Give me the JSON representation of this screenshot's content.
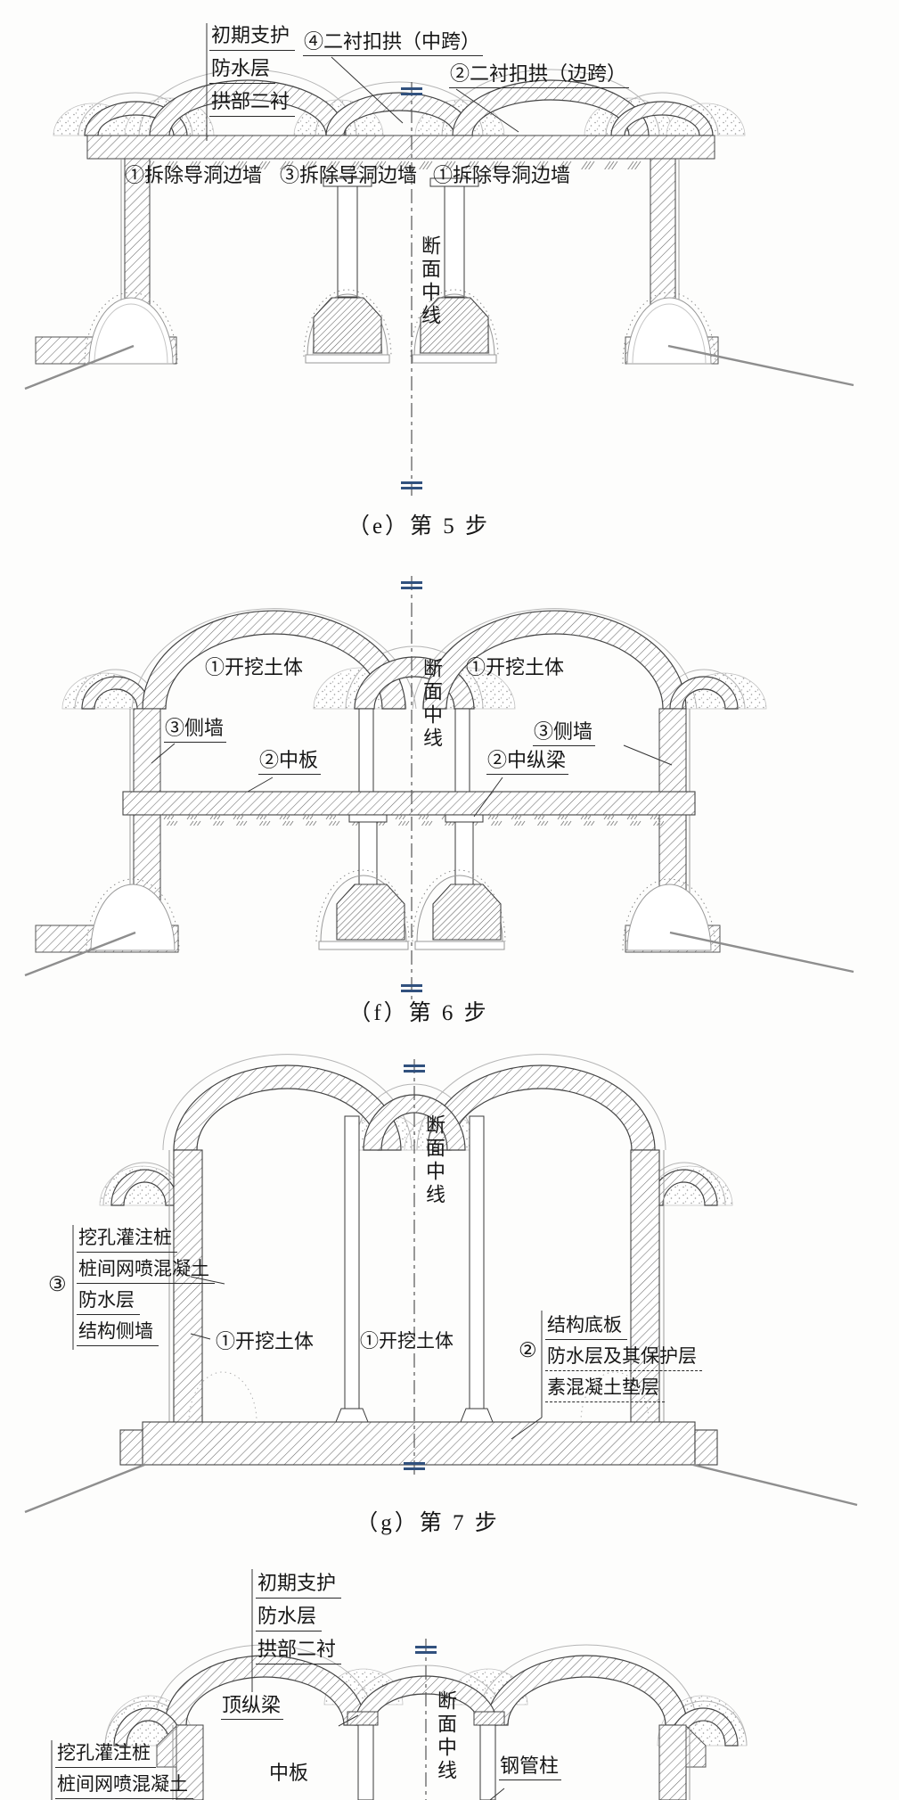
{
  "figures": {
    "e": {
      "caption": "（e）第 5 步",
      "support_stack": [
        "初期支护",
        "防水层",
        "拱部二衬"
      ],
      "mid_span_label": "④二衬扣拱（中跨）",
      "side_span_label": "②二衬扣拱（边跨）",
      "demolish_left": "①拆除导洞边墙",
      "demolish_mid": "③拆除导洞边墙",
      "demolish_right": "①拆除导洞边墙",
      "centerline_label": "断面中线"
    },
    "f": {
      "caption": "（f）第 6 步",
      "excavate_left": "①开挖土体",
      "excavate_right": "①开挖土体",
      "sidewall_left": "③侧墙",
      "sidewall_right": "③侧墙",
      "mid_slab_label": "②中板",
      "mid_beam_label": "②中纵梁",
      "centerline_label": "断面中线"
    },
    "g": {
      "caption": "（g）第 7 步",
      "left_stack_prefix": "③",
      "left_stack": [
        "挖孔灌注桩",
        "桩间网喷混凝土",
        "防水层",
        "结构侧墙"
      ],
      "excavate_left": "①开挖土体",
      "excavate_right": "①开挖土体",
      "right_stack_prefix": "②",
      "right_stack": [
        "结构底板",
        "防水层及其保护层",
        "素混凝土垫层"
      ],
      "centerline_label": "断面中线"
    },
    "h": {
      "support_stack": [
        "初期支护",
        "防水层",
        "拱部二衬"
      ],
      "top_beam_label": "顶纵梁",
      "mid_slab_label": "中板",
      "steel_column_label": "钢管柱",
      "left_stack": [
        "挖孔灌注桩",
        "桩间网喷混凝土"
      ],
      "centerline_label": "断面中线"
    }
  },
  "colors": {
    "linework": "#444444",
    "centerline_tick": "#31517e",
    "hatch": "#6d6d6d"
  }
}
